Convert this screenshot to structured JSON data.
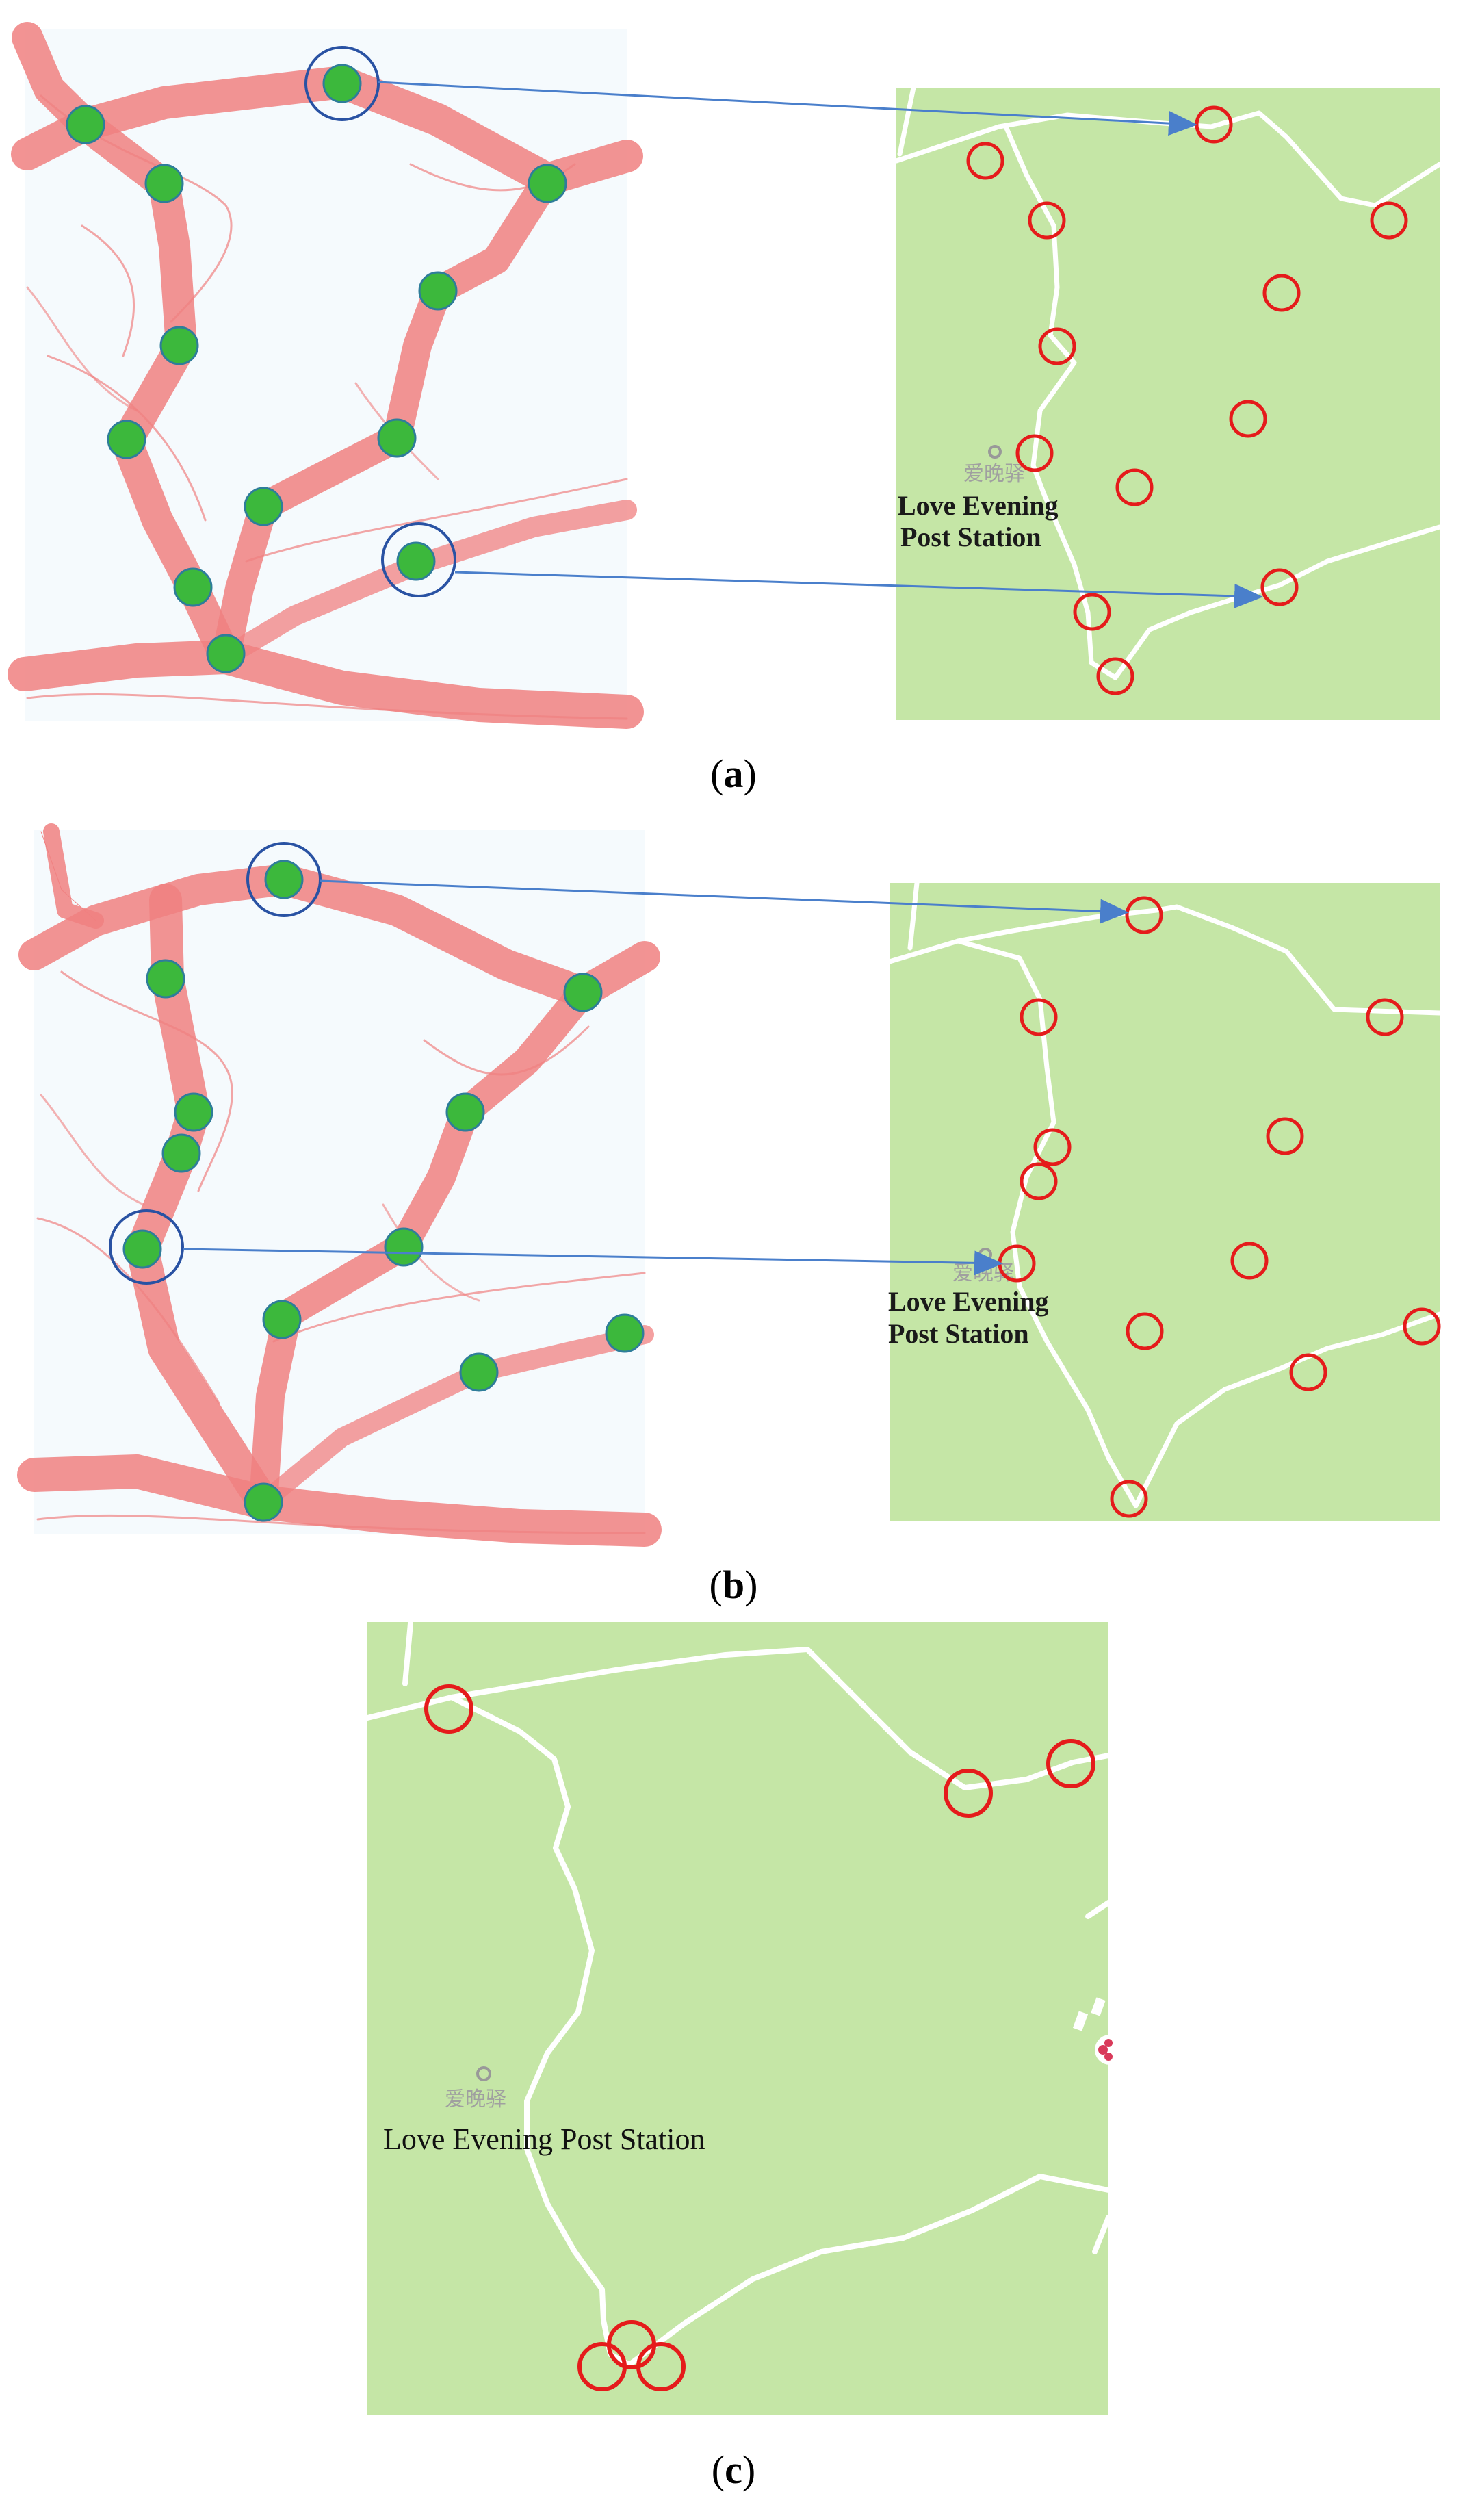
{
  "panels": {
    "a": {
      "caption_open": "(",
      "caption_letter": "a",
      "caption_close": ")"
    },
    "b": {
      "caption_open": "(",
      "caption_letter": "b",
      "caption_close": ")"
    },
    "c": {
      "caption_open": "(",
      "caption_letter": "c",
      "caption_close": ")"
    }
  },
  "labels": {
    "poi_cn": "爱晚驿",
    "poi_line1": "Love Evening",
    "poi_line2": "Post Station",
    "poi_full": "Love Evening Post Station"
  },
  "colors": {
    "map_bg": "#c5e6a6",
    "road": "#ffffff",
    "trajectory": "#f08080",
    "node_fill": "#3cb83c",
    "node_stroke": "#2e7d9a",
    "highlight_ring": "#2952a3",
    "arrow": "#4a7fcb",
    "marker_ring": "#e51b1b"
  },
  "icons": {
    "poi_marker": "poi-pin-icon"
  }
}
